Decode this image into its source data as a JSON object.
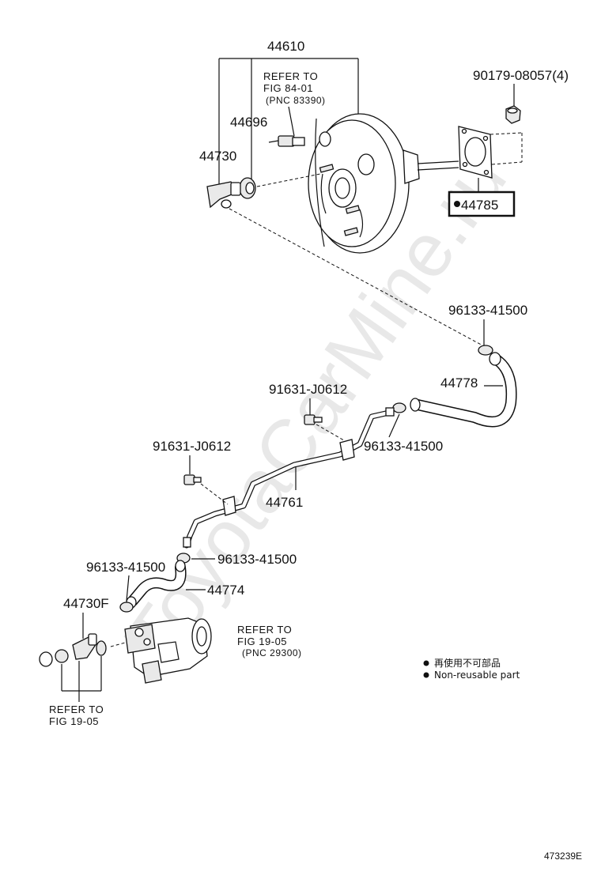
{
  "watermark": "ToyotaCarMine.ru",
  "parts": {
    "booster": "44610",
    "check_valve_grommet": "44696",
    "union": "44730",
    "gasket": "44785",
    "nut": "90179-08057(4)",
    "clip_upper": "96133-41500",
    "hose_upper": "44778",
    "bolt_mid": "91631-J0612",
    "clip_mid": "96133-41500",
    "bolt_left": "91631-J0612",
    "pipe": "44761",
    "clip_pipe_end": "96133-41500",
    "clip_lower": "96133-41500",
    "hose_lower": "44774",
    "union_lower": "44730F"
  },
  "refs": {
    "top": {
      "line1": "REFER TO",
      "line2": "FIG 84-01",
      "line3": "(PNC 83390)"
    },
    "pump": {
      "line1": "REFER TO",
      "line2": "FIG 19-05",
      "line3": "(PNC 29300)"
    },
    "bottom": {
      "line1": "REFER TO",
      "line2": "FIG 19-05"
    }
  },
  "legend": {
    "item1": "再使用不可部品",
    "item2": "Non-reusable part"
  },
  "figure_id": "473239E"
}
